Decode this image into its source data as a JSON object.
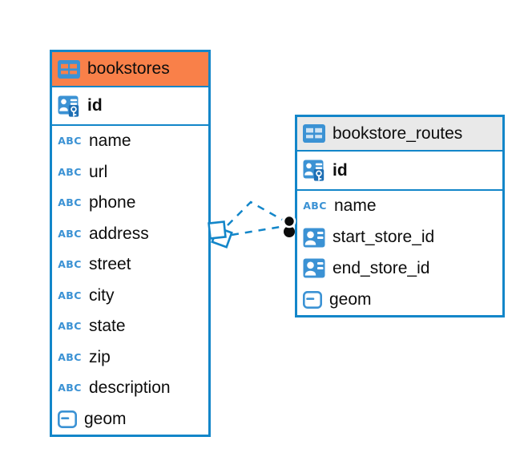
{
  "diagram": {
    "type": "entity-relationship"
  },
  "colors": {
    "accent_blue": "#1386C9",
    "icon_blue": "#3B92D4",
    "icon_blue_dark": "#1E6FB4",
    "header_orange": "#F98049",
    "header_gray": "#E9E9E9",
    "cell_light": "#CFE3F3",
    "text": "#0D0D0D",
    "dot_black": "#0B0B0B",
    "background": "#FFFFFF"
  },
  "icons": {
    "text_type_label": "ABC"
  },
  "tables": [
    {
      "name": "bookstores",
      "header_style": "orange",
      "primary_key": {
        "name": "id",
        "icon": "primary-key-icon"
      },
      "columns": [
        {
          "name": "name",
          "icon": "text-type-icon"
        },
        {
          "name": "url",
          "icon": "text-type-icon"
        },
        {
          "name": "phone",
          "icon": "text-type-icon"
        },
        {
          "name": "address",
          "icon": "text-type-icon"
        },
        {
          "name": "street",
          "icon": "text-type-icon"
        },
        {
          "name": "city",
          "icon": "text-type-icon"
        },
        {
          "name": "state",
          "icon": "text-type-icon"
        },
        {
          "name": "zip",
          "icon": "text-type-icon"
        },
        {
          "name": "description",
          "icon": "text-type-icon"
        },
        {
          "name": "geom",
          "icon": "geometry-type-icon"
        }
      ]
    },
    {
      "name": "bookstore_routes",
      "header_style": "gray",
      "primary_key": {
        "name": "id",
        "icon": "primary-key-icon"
      },
      "columns": [
        {
          "name": "name",
          "icon": "text-type-icon"
        },
        {
          "name": "start_store_id",
          "icon": "foreign-key-icon"
        },
        {
          "name": "end_store_id",
          "icon": "foreign-key-icon"
        },
        {
          "name": "geom",
          "icon": "geometry-type-icon"
        }
      ]
    }
  ],
  "relationships": [
    {
      "from_table": "bookstores",
      "to_table": "bookstore_routes",
      "line_style": "dashed"
    },
    {
      "from_table": "bookstores",
      "to_table": "bookstore_routes",
      "line_style": "dashed"
    }
  ]
}
